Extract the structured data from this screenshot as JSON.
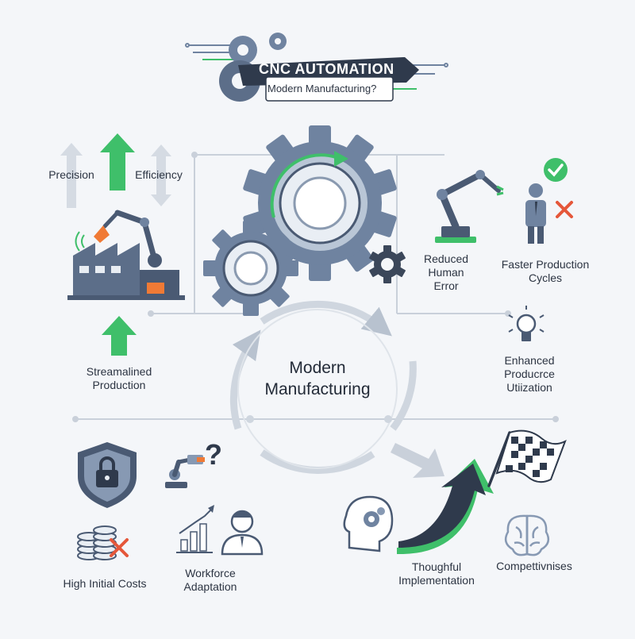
{
  "header": {
    "title": "CNC AUTOMATION",
    "subtitle": "Modern Manufacturing?"
  },
  "center": {
    "line1": "Modern",
    "line2": "Manufacturing"
  },
  "labels": {
    "precision": "Precision",
    "efficiency": "Efficiency",
    "streamlined_1": "Streamalined",
    "streamlined_2": "Production",
    "reduced_1": "Reduced",
    "reduced_2": "Human",
    "reduced_3": "Error",
    "faster_1": "Faster Production",
    "faster_2": "Cycles",
    "enhanced_1": "Enhanced",
    "enhanced_2": "Producrce",
    "enhanced_3": "Utiization",
    "high_costs": "High Initial Costs",
    "workforce_1": "Workforce",
    "workforce_2": "Adaptation",
    "thoughtful_1": "Thoughful",
    "thoughtful_2": "Implementation",
    "competitive": "Compettivnises"
  },
  "colors": {
    "accent_green": "#3fbf6a",
    "accent_orange": "#f07a35",
    "accent_red": "#e5573a",
    "banner_dark": "#2f3a4c",
    "steel": "#6f83a0",
    "steel_dark": "#4a5a73"
  },
  "icons": [
    "gear-icon",
    "factory-icon",
    "robot-arm-icon",
    "checkmark-icon",
    "cross-icon",
    "worker-icon",
    "lightbulb-icon",
    "shield-lock-icon",
    "coins-icon",
    "question-icon",
    "bar-chart-icon",
    "person-icon",
    "head-gear-icon",
    "brain-icon",
    "checkered-flag-icon",
    "growth-arrow-icon"
  ]
}
